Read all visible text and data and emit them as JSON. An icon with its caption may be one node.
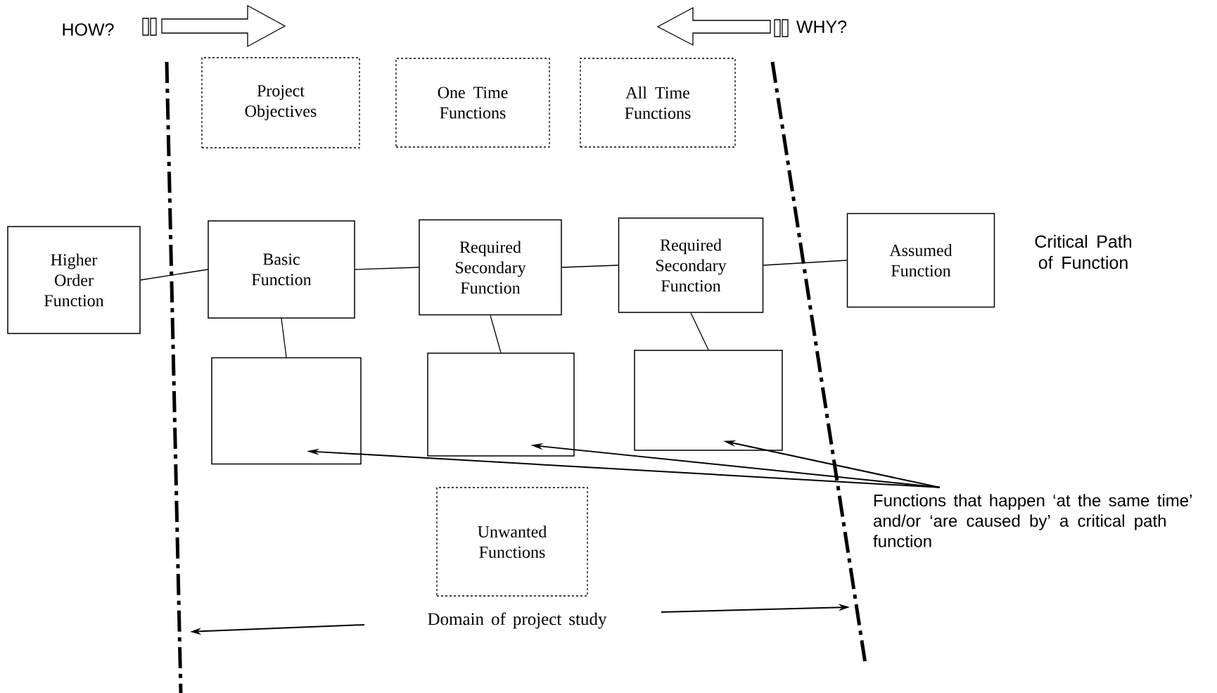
{
  "diagram": {
    "nodes": [
      {
        "text": [
          "Project Objectives"
        ]
      },
      {
        "text": [
          "One Time Functions"
        ]
      },
      {
        "text": [
          "All Time Functions"
        ]
      },
      {
        "text": [
          "Higher Order Function"
        ]
      },
      {
        "text": [
          "Basic Function"
        ]
      },
      {
        "text": [
          "Required Secondary Function"
        ]
      },
      {
        "text": [
          "Required Secondary Function"
        ]
      },
      {
        "text": [
          "Assumed Function"
        ]
      },
      {
        "text": [],
        "shape": "box"
      },
      {
        "text": [],
        "shape": "box"
      },
      {
        "text": [],
        "shape": "box"
      },
      {
        "text": [
          "Unwanted Functions"
        ]
      },
      {
        "text": [
          "Functions that happen ‘at the same time’ and/or ‘are caused by’ a critical path function"
        ]
      }
    ],
    "edges": [
      {
        "from": 3,
        "to": 4,
        "arrow": "none"
      },
      {
        "from": 4,
        "to": 5,
        "arrow": "none"
      },
      {
        "from": 5,
        "to": 6,
        "arrow": "none"
      },
      {
        "from": 6,
        "to": 7,
        "arrow": "none"
      },
      {
        "from": 4,
        "to": 8,
        "arrow": "none"
      },
      {
        "from": 5,
        "to": 9,
        "arrow": "none"
      },
      {
        "from": 6,
        "to": 10,
        "arrow": "none"
      },
      {
        "from": 12,
        "to": 8,
        "arrow": "to"
      },
      {
        "from": 12,
        "to": 9,
        "arrow": "to"
      },
      {
        "from": 12,
        "to": 10,
        "arrow": "to"
      }
    ],
    "labels": [
      "HOW?",
      "WHY?",
      "Critical Path of Function",
      "Domain of project study"
    ]
  }
}
